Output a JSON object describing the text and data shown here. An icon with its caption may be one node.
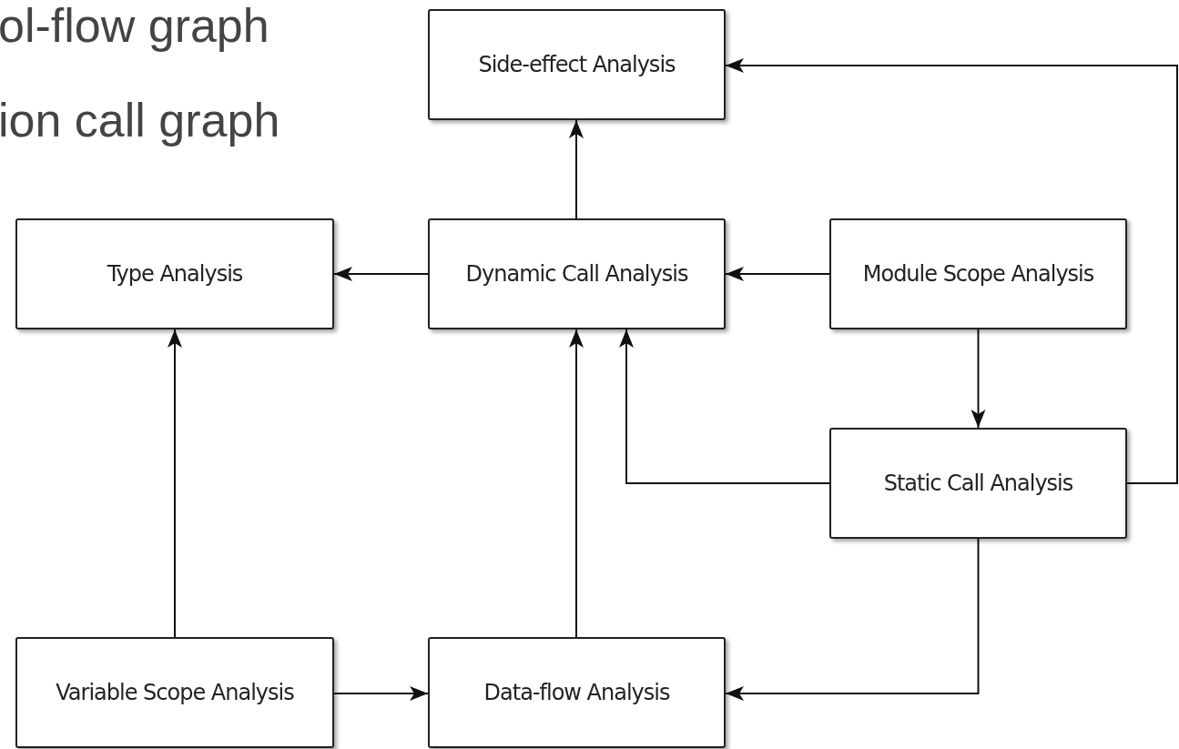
{
  "diagram": {
    "nodes": [
      {
        "text": [
          "Side-effect Analysis"
        ]
      },
      {
        "text": [
          "Type Analysis"
        ]
      },
      {
        "text": [
          "Dynamic Call Analysis"
        ]
      },
      {
        "text": [
          "Module Scope Analysis"
        ]
      },
      {
        "text": [
          "Static Call Analysis"
        ]
      },
      {
        "text": [
          "Variable Scope Analysis"
        ]
      },
      {
        "text": [
          "Data-flow Analysis"
        ]
      }
    ],
    "edges": [
      {
        "from": 2,
        "to": 0,
        "arrow": "to"
      },
      {
        "from": 2,
        "to": 1,
        "arrow": "to"
      },
      {
        "from": 3,
        "to": 2,
        "arrow": "to"
      },
      {
        "from": 3,
        "to": 4,
        "arrow": "to"
      },
      {
        "from": 4,
        "to": 0,
        "arrow": "to"
      },
      {
        "from": 4,
        "to": 2,
        "arrow": "to"
      },
      {
        "from": 4,
        "to": 6,
        "arrow": "to"
      },
      {
        "from": 5,
        "to": 1,
        "arrow": "to"
      },
      {
        "from": 5,
        "to": 6,
        "arrow": "to"
      },
      {
        "from": 6,
        "to": 2,
        "arrow": "to"
      }
    ],
    "labels": [
      "ol-flow graph",
      "ion call graph"
    ]
  }
}
